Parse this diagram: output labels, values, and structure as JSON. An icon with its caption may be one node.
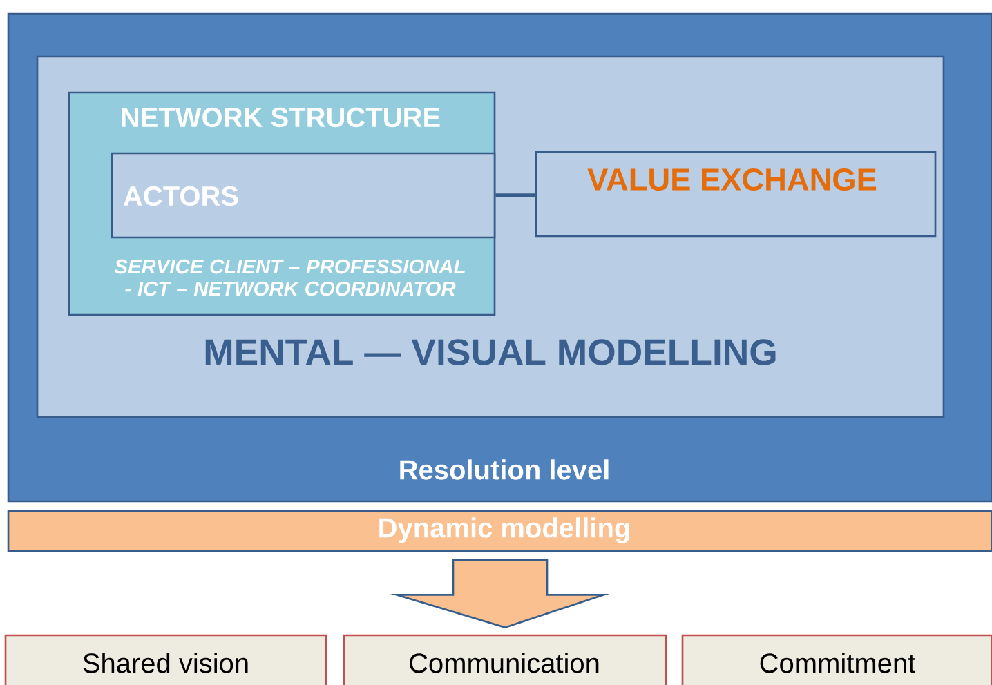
{
  "diagram": {
    "nodes": [
      {
        "text": [
          "Resolution level"
        ]
      },
      {
        "text": [
          "MENTAL — VISUAL MODELLING"
        ],
        "in": 0
      },
      {
        "text": [
          "NETWORK STRUCTURE",
          "SERVICE CLIENT – PROFESSIONAL - ICT – NETWORK COORDINATOR"
        ],
        "in": 1
      },
      {
        "text": [
          "ACTORS"
        ],
        "in": 2
      },
      {
        "text": [
          "VALUE EXCHANGE"
        ],
        "in": 1
      },
      {
        "text": [
          "Dynamic modelling"
        ]
      },
      {
        "text": [
          "Shared vision"
        ]
      },
      {
        "text": [
          "Communication"
        ]
      },
      {
        "text": [
          "Commitment"
        ]
      }
    ],
    "edges": [
      {
        "from": 3,
        "to": 4,
        "arrow": "none"
      },
      {
        "from": 5,
        "to": 7,
        "arrow": "to"
      }
    ]
  }
}
